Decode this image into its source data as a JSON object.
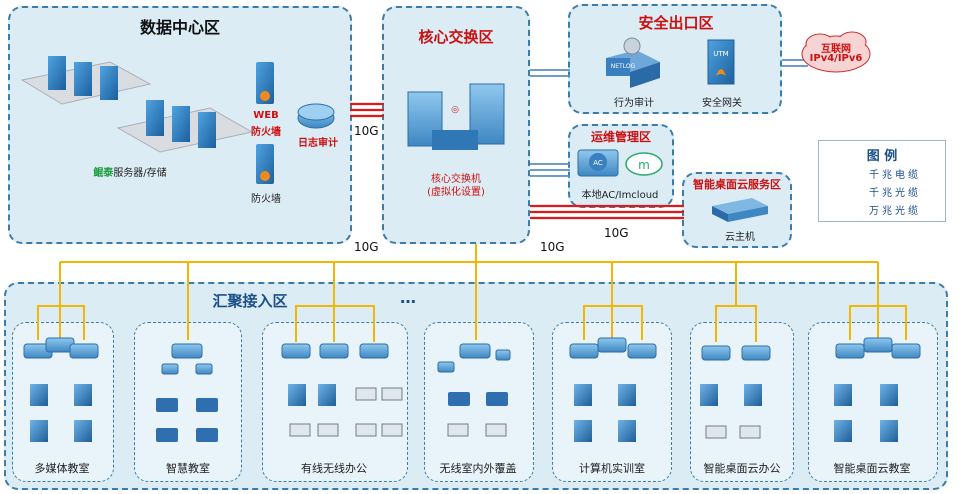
{
  "zones": {
    "datacenter": "数据中心区",
    "core": "核心交换区",
    "security": "安全出口区",
    "ops": "运维管理区",
    "cloud": "智能桌面云服务区",
    "access": "汇聚接入区"
  },
  "datacenter": {
    "server_brand": "鲲泰",
    "server_rest": "服务器/存储",
    "web_firewall_line1": "WEB",
    "web_firewall_line2": "防火墙",
    "firewall": "防火墙",
    "log_audit": "日志审计"
  },
  "core": {
    "switch_line1": "核心交换机",
    "switch_line2": "(虚拟化设置)"
  },
  "security": {
    "behavior_audit": "行为审计",
    "security_gateway": "安全网关",
    "internet_line1": "互联网",
    "internet_line2": "IPv4/IPv6",
    "netlog_tag": "NETLOG",
    "utm_tag": "UTM"
  },
  "ops": {
    "ac_label": "本地AC/Imcloud",
    "ac_tag": "AC"
  },
  "cloud": {
    "host": "云主机"
  },
  "speeds": {
    "dc_core": "10G",
    "core_access": "10G",
    "core_down": "10G",
    "core_cloud": "10G"
  },
  "ellipsis": "…",
  "access_groups": [
    "多媒体教室",
    "智慧教室",
    "有线无线办公",
    "无线室内外覆盖",
    "计算机实训室",
    "智能桌面云办公",
    "智能桌面云教室"
  ],
  "legend": {
    "title": "图 例",
    "items": [
      {
        "label": "千兆电缆",
        "color": "#4a7fc1"
      },
      {
        "label": "千兆光缆",
        "color": "#f2b705"
      },
      {
        "label": "万兆光缆",
        "color": "#e01818"
      }
    ]
  }
}
